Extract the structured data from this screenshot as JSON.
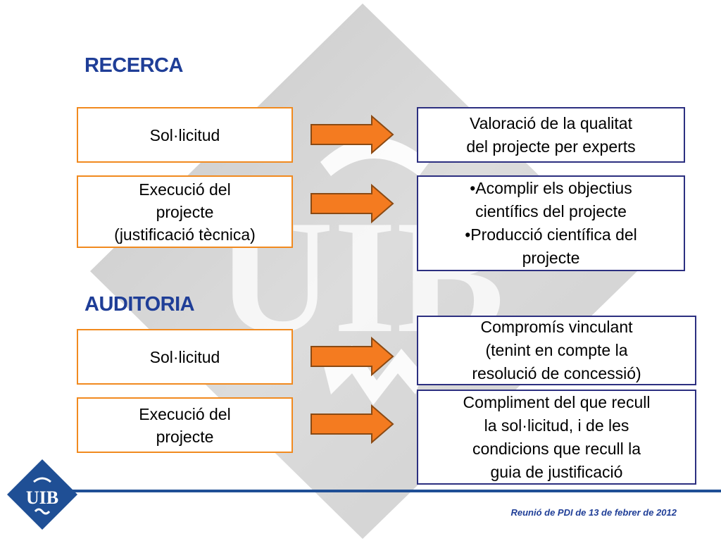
{
  "recerca": {
    "title": "RECERCA",
    "rows": [
      {
        "left": "Sol·licitud",
        "right": "Valoració de la qualitat\ndel projecte per experts"
      },
      {
        "left": "Execució del\nprojecte\n(justificació tècnica)",
        "right": "•Acomplir els objectius\ncientífics del projecte\n•Producció científica del\nprojecte"
      }
    ]
  },
  "auditoria": {
    "title": "AUDITORIA",
    "rows": [
      {
        "left": "Sol·licitud",
        "right": "Compromís vinculant\n(tenint en compte la\nresolució de concessió)"
      },
      {
        "left": "Execució del\nprojecte",
        "right": "Compliment del que recull\nla sol·licitud, i de les\ncondicions que recull la\nguia de justificació"
      }
    ]
  },
  "logo": {
    "text": "UIB"
  },
  "background_watermark": "UIB",
  "footer": {
    "text": "Reunió de PDI de 13 de febrer de 2012"
  },
  "colors": {
    "title_blue": "#1f3e97",
    "orange_border": "#f18a1f",
    "navy_border": "#2c2f80",
    "arrow_fill": "#f47b20",
    "diamond_gray": "#d4d4d4",
    "footer_blue": "#1f4f95"
  }
}
